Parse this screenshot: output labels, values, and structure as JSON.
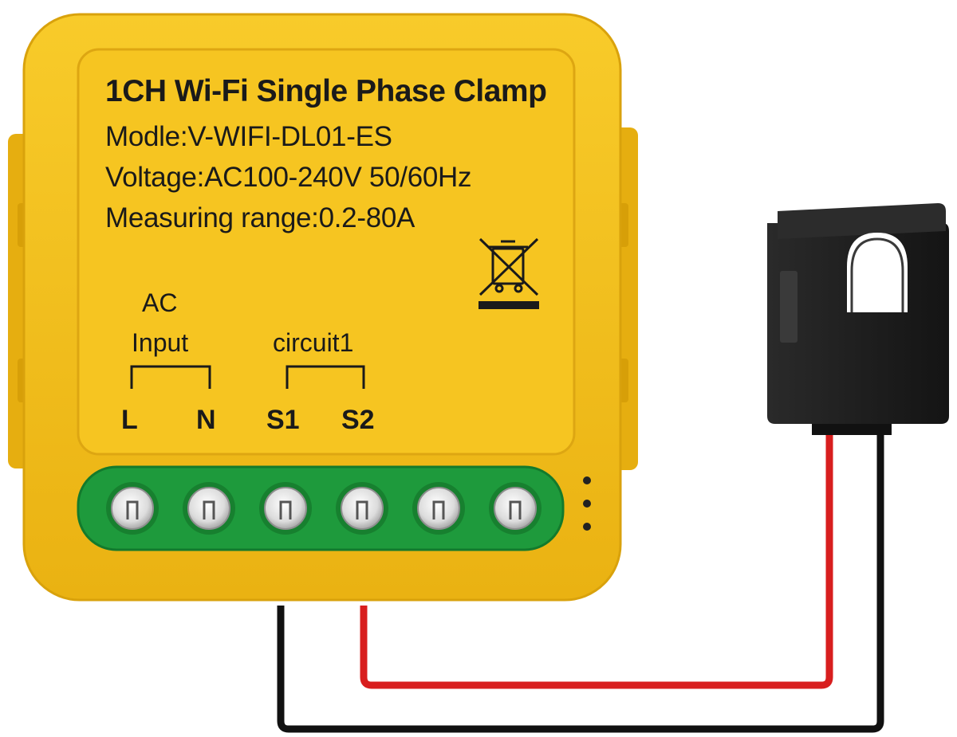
{
  "device": {
    "title": "1CH Wi-Fi Single Phase Clamp",
    "model_line": "Modle:V-WIFI-DL01-ES",
    "voltage_line": "Voltage:AC100-240V 50/60Hz",
    "range_line": "Measuring range:0.2-80A",
    "body_color": "#F5C21A",
    "terminal_color": "#1E9A3C"
  },
  "terminals": {
    "ac_label": "AC",
    "input_label": "Input",
    "circuit_label": "circuit1",
    "pins": [
      "L",
      "N",
      "S1",
      "S2"
    ],
    "screw_count": 6
  },
  "icons": {
    "weee": "crossed-out-wheelie-bin-icon"
  },
  "clamp": {
    "body_color": "#1B1B1B",
    "wires": [
      "#D81E1E",
      "#111111"
    ]
  }
}
